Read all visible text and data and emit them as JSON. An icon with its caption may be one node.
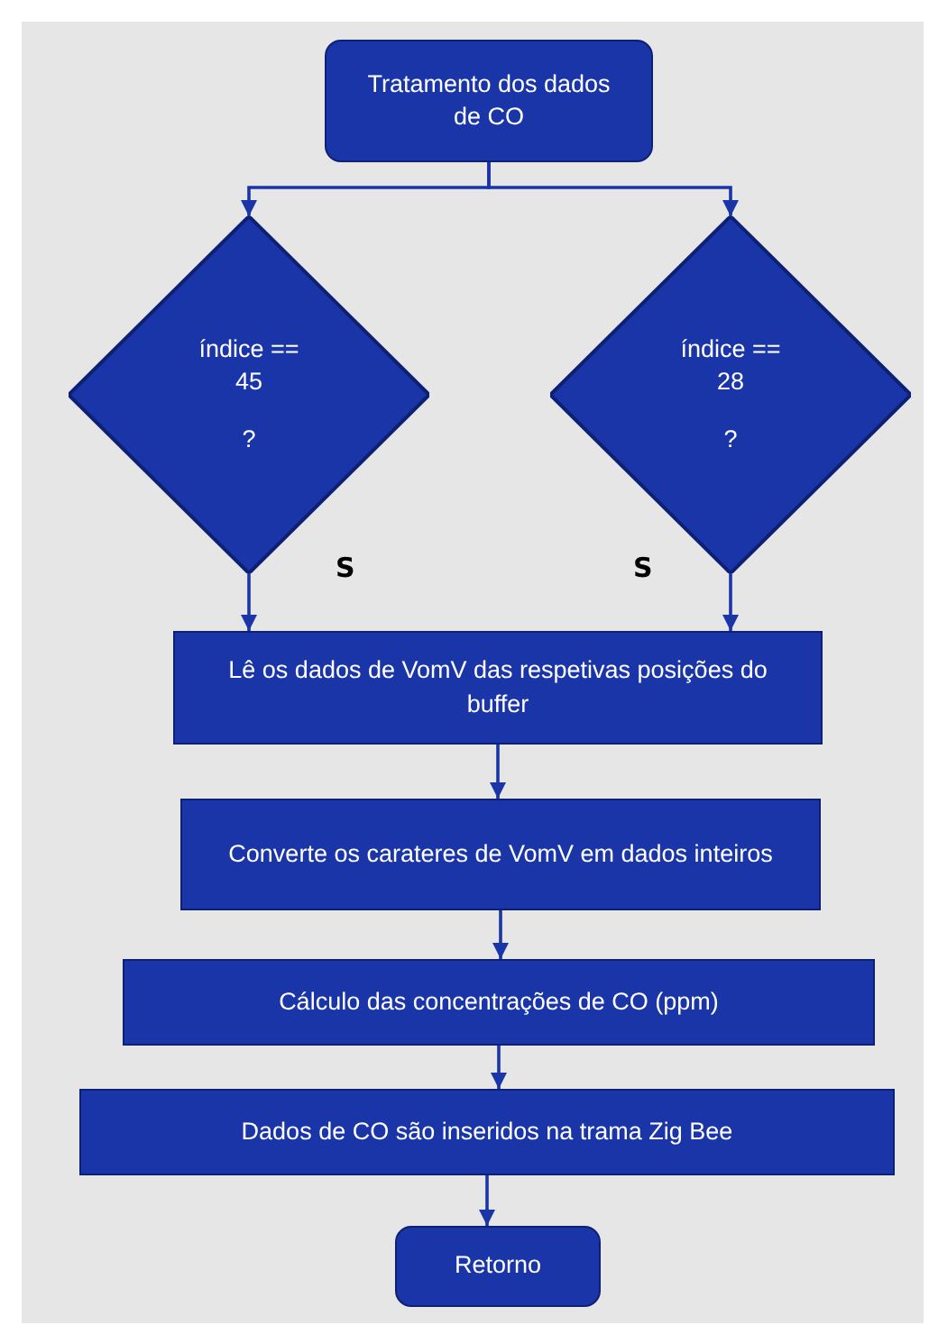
{
  "diagram": {
    "nodes": [
      {
        "text": [
          "Tratamento dos dados de CO"
        ]
      },
      {
        "text": [
          "índice == 45",
          "?"
        ]
      },
      {
        "text": [
          "índice == 28",
          "?"
        ]
      },
      {
        "text": [
          "Lê os dados de VomV das respetivas posições do buffer"
        ]
      },
      {
        "text": [
          "Converte os carateres de VomV em dados inteiros"
        ]
      },
      {
        "text": [
          "Cálculo das concentrações de CO (ppm)"
        ]
      },
      {
        "text": [
          "Dados de CO são inseridos na trama Zig Bee"
        ]
      },
      {
        "text": [
          "Retorno"
        ]
      }
    ],
    "edges": [
      {
        "from": 0,
        "to": 1,
        "arrow": "to"
      },
      {
        "from": 0,
        "to": 2,
        "arrow": "to"
      },
      {
        "from": 1,
        "to": 3,
        "arrow": "to",
        "label": "S"
      },
      {
        "from": 2,
        "to": 3,
        "arrow": "to",
        "label": "S"
      },
      {
        "from": 3,
        "to": 4,
        "arrow": "to"
      },
      {
        "from": 4,
        "to": 5,
        "arrow": "to"
      },
      {
        "from": 5,
        "to": 6,
        "arrow": "to"
      },
      {
        "from": 6,
        "to": 7,
        "arrow": "to"
      }
    ]
  }
}
